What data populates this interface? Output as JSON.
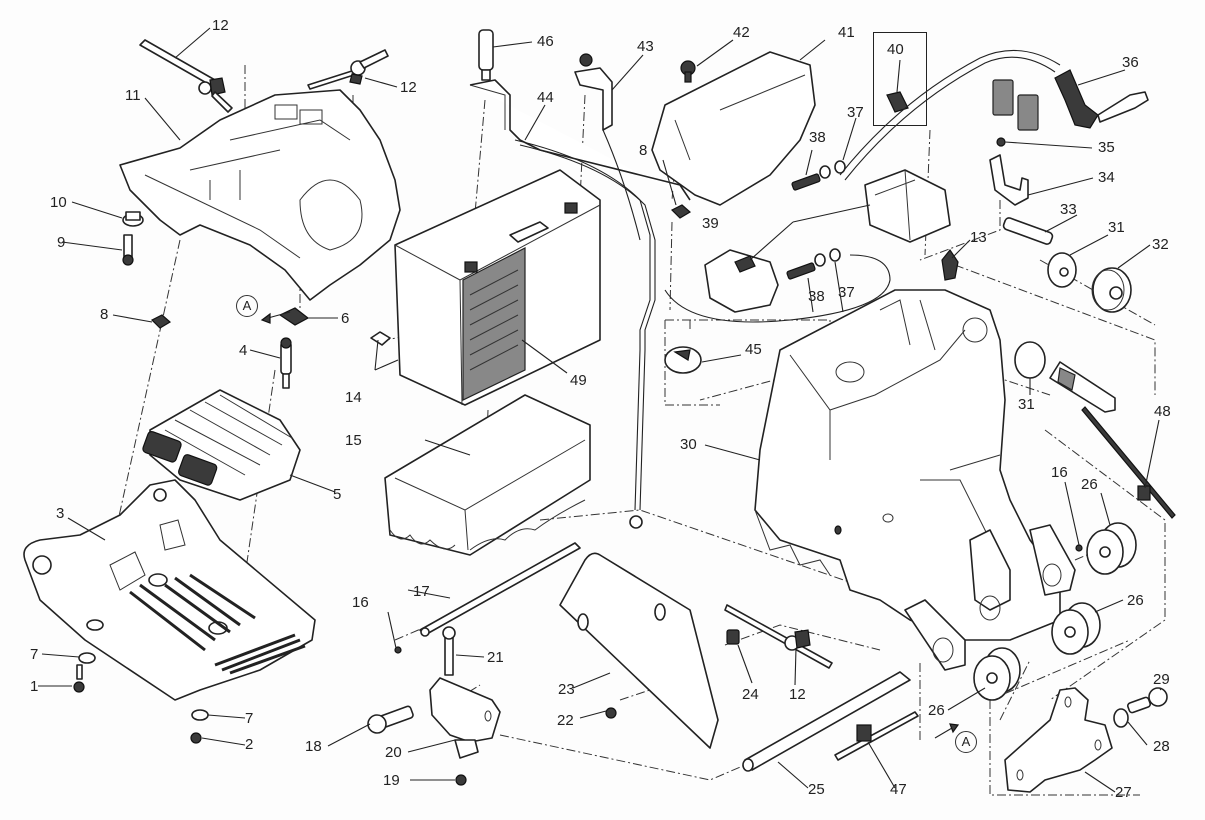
{
  "diagram": {
    "type": "exploded-parts-view",
    "subject": "Battery holder / electrical components assembly",
    "callouts": [
      {
        "id": "c12a",
        "num": "12"
      },
      {
        "id": "c12b",
        "num": "12"
      },
      {
        "id": "c11",
        "num": "11"
      },
      {
        "id": "c10",
        "num": "10"
      },
      {
        "id": "c9",
        "num": "9"
      },
      {
        "id": "c8a",
        "num": "8"
      },
      {
        "id": "c6",
        "num": "6"
      },
      {
        "id": "c4",
        "num": "4"
      },
      {
        "id": "c5",
        "num": "5"
      },
      {
        "id": "c3",
        "num": "3"
      },
      {
        "id": "c7a",
        "num": "7"
      },
      {
        "id": "c1",
        "num": "1"
      },
      {
        "id": "c7b",
        "num": "7"
      },
      {
        "id": "c2",
        "num": "2"
      },
      {
        "id": "c46",
        "num": "46"
      },
      {
        "id": "c43",
        "num": "43"
      },
      {
        "id": "c44",
        "num": "44"
      },
      {
        "id": "c42",
        "num": "42"
      },
      {
        "id": "c41",
        "num": "41"
      },
      {
        "id": "c40",
        "num": "40"
      },
      {
        "id": "c36",
        "num": "36"
      },
      {
        "id": "c38a",
        "num": "38"
      },
      {
        "id": "c37a",
        "num": "37"
      },
      {
        "id": "c35",
        "num": "35"
      },
      {
        "id": "c8b",
        "num": "8"
      },
      {
        "id": "c39",
        "num": "39"
      },
      {
        "id": "c34",
        "num": "34"
      },
      {
        "id": "c33",
        "num": "33"
      },
      {
        "id": "c31a",
        "num": "31"
      },
      {
        "id": "c32",
        "num": "32"
      },
      {
        "id": "c13",
        "num": "13"
      },
      {
        "id": "c38b",
        "num": "38"
      },
      {
        "id": "c37b",
        "num": "37"
      },
      {
        "id": "c14",
        "num": "14"
      },
      {
        "id": "c49",
        "num": "49"
      },
      {
        "id": "c45",
        "num": "45"
      },
      {
        "id": "c31b",
        "num": "31"
      },
      {
        "id": "c15",
        "num": "15"
      },
      {
        "id": "c30",
        "num": "30"
      },
      {
        "id": "c48",
        "num": "48"
      },
      {
        "id": "c16a",
        "num": "16"
      },
      {
        "id": "c26a",
        "num": "26"
      },
      {
        "id": "c17",
        "num": "17"
      },
      {
        "id": "c16b",
        "num": "16"
      },
      {
        "id": "c26b",
        "num": "26"
      },
      {
        "id": "c21",
        "num": "21"
      },
      {
        "id": "c23",
        "num": "23"
      },
      {
        "id": "c24",
        "num": "24"
      },
      {
        "id": "c12c",
        "num": "12"
      },
      {
        "id": "c29",
        "num": "29"
      },
      {
        "id": "c22",
        "num": "22"
      },
      {
        "id": "c26c",
        "num": "26"
      },
      {
        "id": "c28",
        "num": "28"
      },
      {
        "id": "c18",
        "num": "18"
      },
      {
        "id": "c20",
        "num": "20"
      },
      {
        "id": "c19",
        "num": "19"
      },
      {
        "id": "c25",
        "num": "25"
      },
      {
        "id": "c47",
        "num": "47"
      },
      {
        "id": "c27",
        "num": "27"
      }
    ],
    "view_markers": [
      {
        "id": "mA1",
        "label": "A"
      },
      {
        "id": "mA2",
        "label": "A"
      }
    ]
  }
}
